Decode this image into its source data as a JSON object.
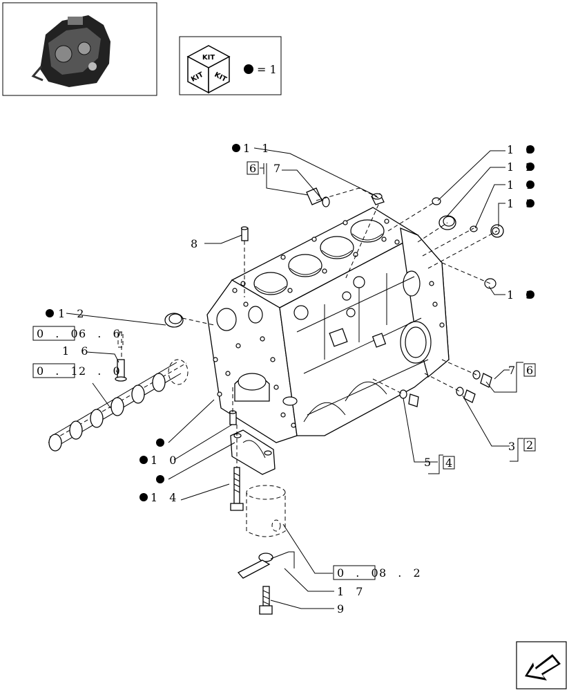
{
  "kit_legend": {
    "cube_text": "KIT",
    "equals_text": "= 1"
  },
  "callouts": {
    "c18": "1 8",
    "c12_top": "1 2",
    "c11_right": "1 1",
    "c15": "1 5",
    "c13": "1 3",
    "c11_top": "1 1",
    "c7_top": "7",
    "c6_top": "6",
    "c8": "8",
    "c12_left": "1 2",
    "ref_006_box": "0 . 0",
    "ref_006_tail": "6 . 6",
    "c16": "1 6",
    "ref_012_box": "0 . 1",
    "ref_012_tail": "2 . 0",
    "c10": "1 0",
    "c14": "1 4",
    "c7_right": "7",
    "c6_right": "6",
    "c3": "3",
    "c2": "2",
    "c5": "5",
    "c4": "4",
    "ref_008_box": "0 . 0",
    "ref_008_tail": "8 . 2",
    "c17": "1 7",
    "c9": "9"
  }
}
